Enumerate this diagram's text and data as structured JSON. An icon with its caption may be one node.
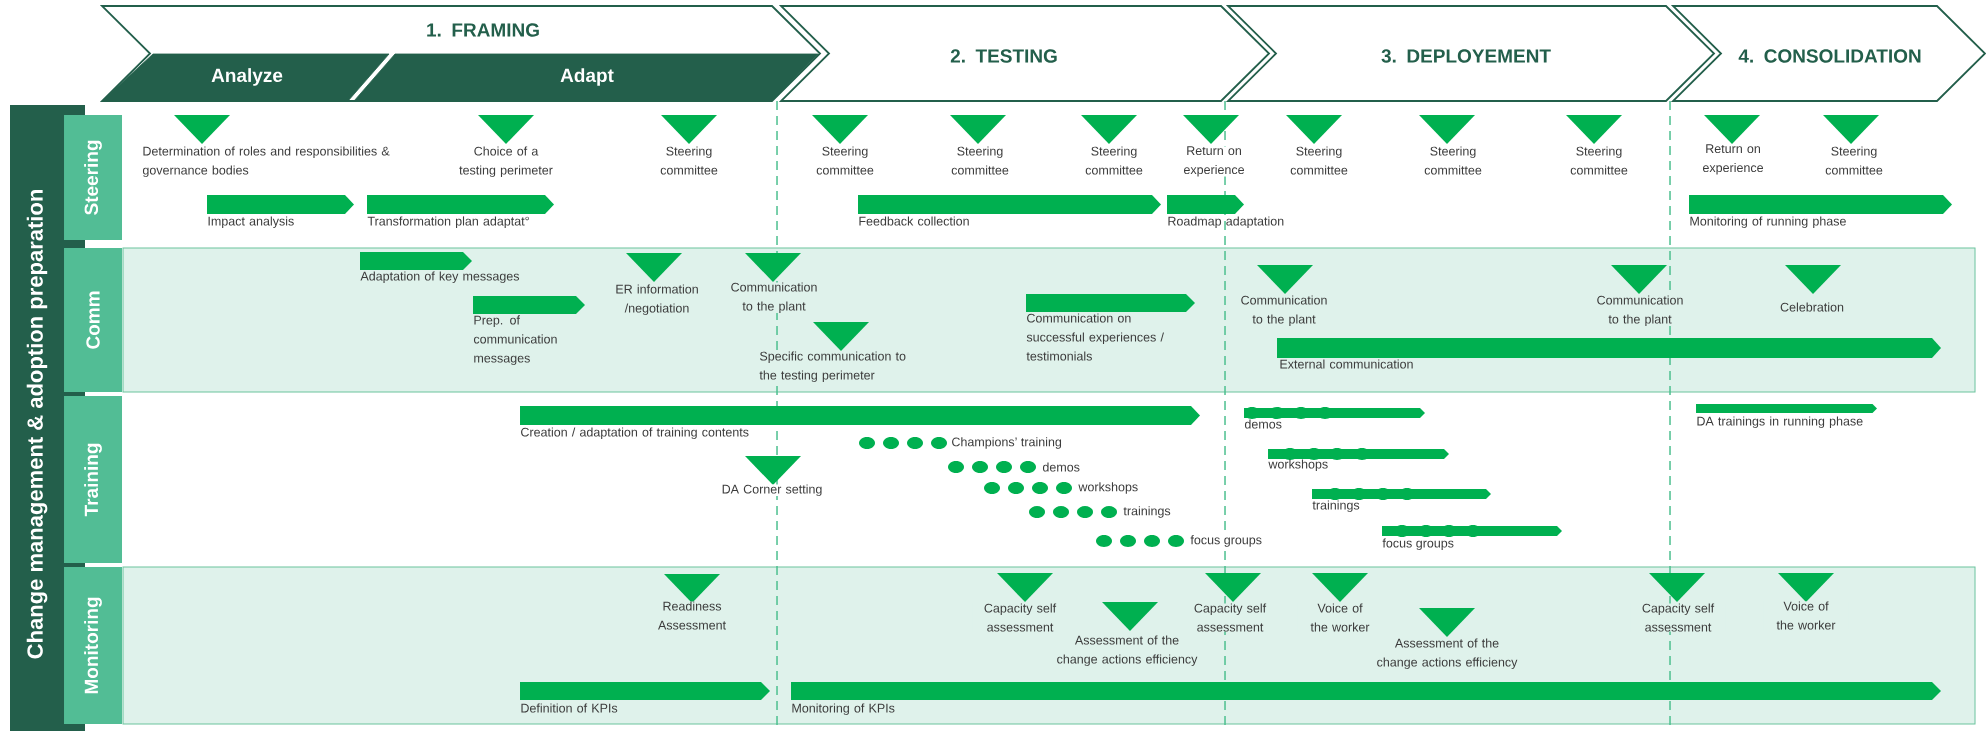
{
  "diagram": {
    "nodes": [
      {
        "text": [
          "1. FRAMING"
        ]
      },
      {
        "text": [
          "Analyze"
        ],
        "in": 0
      },
      {
        "text": [
          "Adapt"
        ],
        "in": 0
      },
      {
        "text": [
          "2. TESTING"
        ]
      },
      {
        "text": [
          "3. DEPLOYEMENT"
        ]
      },
      {
        "text": [
          "4. CONSOLIDATION"
        ]
      },
      {
        "text": [
          "Change management & adoption preparation"
        ]
      },
      {
        "text": [
          "Steering"
        ]
      },
      {
        "text": [
          "Determination of roles and responsibilities & governance bodies"
        ]
      },
      {
        "text": [
          "Choice of a testing perimeter"
        ]
      },
      {
        "text": [
          "Steering committee"
        ]
      },
      {
        "text": [
          "Steering committee"
        ]
      },
      {
        "text": [
          "Steering committee"
        ]
      },
      {
        "text": [
          "Steering committee"
        ]
      },
      {
        "text": [
          "Return on experience"
        ]
      },
      {
        "text": [
          "Steering committee"
        ]
      },
      {
        "text": [
          "Steering committee"
        ]
      },
      {
        "text": [
          "Steering committee"
        ]
      },
      {
        "text": [
          "Return on experience"
        ]
      },
      {
        "text": [
          "Steering committee"
        ]
      },
      {
        "text": [
          "Impact analysis"
        ]
      },
      {
        "text": [
          "Transformation plan adaptat°"
        ]
      },
      {
        "text": [
          "Feedback collection"
        ]
      },
      {
        "text": [
          "Roadmap adaptation"
        ]
      },
      {
        "text": [
          "Monitoring of running phase"
        ]
      },
      {
        "text": [
          "Comm"
        ]
      },
      {
        "text": [
          "Adaptation of key messages"
        ]
      },
      {
        "text": [
          "Prep. of communication messages"
        ]
      },
      {
        "text": [
          "ER information /negotiation"
        ]
      },
      {
        "text": [
          "Communication to the plant"
        ]
      },
      {
        "text": [
          "Specific communication to the testing perimeter"
        ]
      },
      {
        "text": [
          "Communication on successful experiences / testimonials"
        ]
      },
      {
        "text": [
          "Communication to the plant"
        ]
      },
      {
        "text": [
          "Communication to the plant"
        ]
      },
      {
        "text": [
          "Celebration"
        ]
      },
      {
        "text": [
          "External communication"
        ]
      },
      {
        "text": [
          "Training"
        ]
      },
      {
        "text": [
          "Creation / adaptation of training contents"
        ]
      },
      {
        "text": [
          "Champions’ training"
        ]
      },
      {
        "text": [
          "DA Corner setting"
        ]
      },
      {
        "text": [
          "demos"
        ]
      },
      {
        "text": [
          "workshops"
        ]
      },
      {
        "text": [
          "trainings"
        ]
      },
      {
        "text": [
          "focus groups"
        ]
      },
      {
        "text": [
          "demos"
        ]
      },
      {
        "text": [
          "workshops"
        ]
      },
      {
        "text": [
          "trainings"
        ]
      },
      {
        "text": [
          "focus groups"
        ]
      },
      {
        "text": [
          "DA trainings in running phase"
        ]
      },
      {
        "text": [
          "Monitoring"
        ]
      },
      {
        "text": [
          "Readiness Assessment"
        ]
      },
      {
        "text": [
          "Capacity self assessment"
        ]
      },
      {
        "text": [
          "Assessment of the change actions efficiency"
        ]
      },
      {
        "text": [
          "Capacity self assessment"
        ]
      },
      {
        "text": [
          "Voice of the worker"
        ]
      },
      {
        "text": [
          "Assessment of the change actions efficiency"
        ]
      },
      {
        "text": [
          "Capacity self assessment"
        ]
      },
      {
        "text": [
          "Voice of the worker"
        ]
      },
      {
        "text": [
          "Definition of KPIs"
        ]
      },
      {
        "text": [
          "Monitoring of KPIs"
        ]
      }
    ]
  }
}
